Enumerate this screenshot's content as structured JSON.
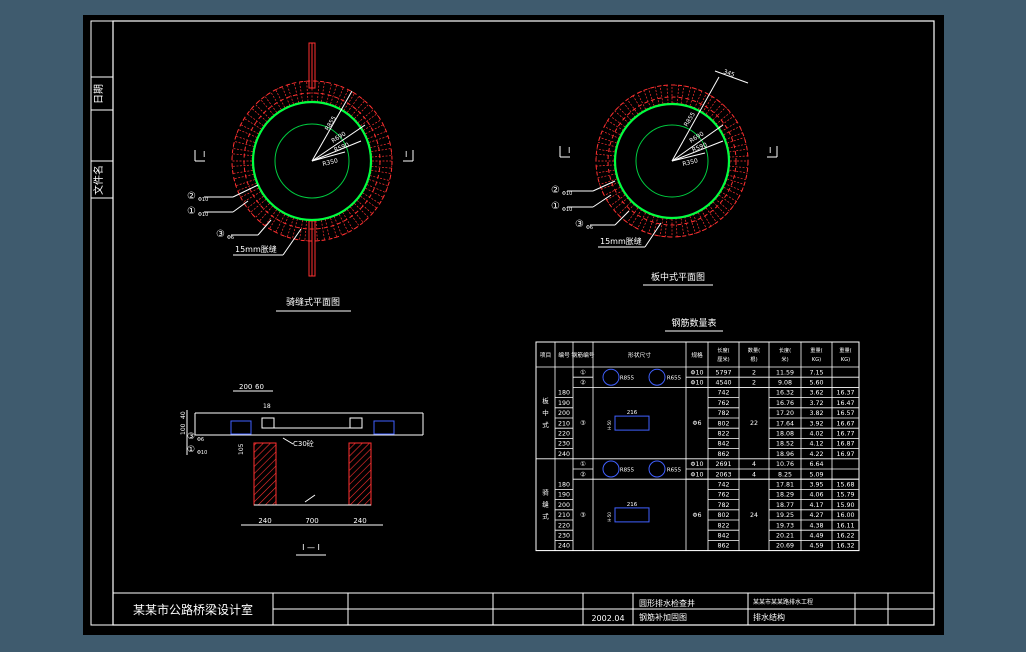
{
  "side_labels": [
    "日期",
    "文件名"
  ],
  "plan_left": {
    "title": "骑缝式平面图",
    "section_marks": [
      "I",
      "I"
    ],
    "radii": [
      "R855",
      "R690",
      "R590",
      "R350"
    ],
    "callouts": [
      {
        "num": "②",
        "sub": "Φ10"
      },
      {
        "num": "①",
        "sub": "Φ10"
      },
      {
        "num": "③",
        "sub": "Φ6"
      }
    ],
    "joint_label": "15mm胀缝"
  },
  "plan_right": {
    "title": "板中式平面图",
    "section_marks": [
      "I",
      "I"
    ],
    "radii": [
      "R855",
      "R690",
      "R590",
      "R350"
    ],
    "top_dim": "345",
    "callouts": [
      {
        "num": "②",
        "sub": "Φ10"
      },
      {
        "num": "①",
        "sub": "Φ10"
      },
      {
        "num": "③",
        "sub": "Φ6"
      }
    ],
    "joint_label": "15mm胀缝"
  },
  "section": {
    "title": "I — I",
    "dims_top": [
      "200",
      "60",
      "18"
    ],
    "dims_bottom": [
      "240",
      "700",
      "240"
    ],
    "side_dims": [
      "40",
      "100",
      "105"
    ],
    "concrete_label": "C30砼",
    "callouts": [
      {
        "num": "③",
        "sub": "Φ6"
      },
      {
        "num": "①",
        "sub": "Φ10"
      }
    ]
  },
  "rebar_table": {
    "title": "钢筋数量表",
    "headers": [
      "项目",
      "编号",
      "钢筋编号",
      "形状尺寸",
      "规格",
      "长度(厘米)",
      "数量(根)",
      "长度(米)",
      "重量(KG)",
      "重量(KG)"
    ],
    "groups": [
      {
        "name": "板中式",
        "rings": [
          {
            "mark": "①",
            "spec": "Φ10",
            "len": "5797",
            "count": "2",
            "total": "11.59",
            "weight": "7.15",
            "sum": ""
          },
          {
            "mark": "②",
            "spec": "Φ10",
            "len": "4540",
            "count": "2",
            "total": "9.08",
            "weight": "5.60",
            "sum": ""
          }
        ],
        "ring_labels": [
          "R855",
          "R655"
        ],
        "stirrup": {
          "mark": "③",
          "spec": "Φ6",
          "count": "22",
          "shape_dim": "216",
          "shape_side": "H-50"
        },
        "rows": [
          {
            "item": "180",
            "len": "742",
            "total": "16.32",
            "weight": "3.62",
            "sum": "16.37"
          },
          {
            "item": "190",
            "len": "762",
            "total": "16.76",
            "weight": "3.72",
            "sum": "16.47"
          },
          {
            "item": "200",
            "len": "782",
            "total": "17.20",
            "weight": "3.82",
            "sum": "16.57"
          },
          {
            "item": "210",
            "len": "802",
            "total": "17.64",
            "weight": "3.92",
            "sum": "16.67"
          },
          {
            "item": "220",
            "len": "822",
            "total": "18.08",
            "weight": "4.02",
            "sum": "16.77"
          },
          {
            "item": "230",
            "len": "842",
            "total": "18.52",
            "weight": "4.12",
            "sum": "16.87"
          },
          {
            "item": "240",
            "len": "862",
            "total": "18.96",
            "weight": "4.22",
            "sum": "16.97"
          }
        ]
      },
      {
        "name": "骑缝式",
        "rings": [
          {
            "mark": "①",
            "spec": "Φ10",
            "len": "2691",
            "count": "4",
            "total": "10.76",
            "weight": "6.64",
            "sum": ""
          },
          {
            "mark": "②",
            "spec": "Φ10",
            "len": "2063",
            "count": "4",
            "total": "8.25",
            "weight": "5.09",
            "sum": ""
          }
        ],
        "ring_labels": [
          "R855",
          "R655"
        ],
        "stirrup": {
          "mark": "③",
          "spec": "Φ6",
          "count": "24",
          "shape_dim": "216",
          "shape_side": "H-50"
        },
        "rows": [
          {
            "item": "180",
            "len": "742",
            "total": "17.81",
            "weight": "3.95",
            "sum": "15.68"
          },
          {
            "item": "190",
            "len": "762",
            "total": "18.29",
            "weight": "4.06",
            "sum": "15.79"
          },
          {
            "item": "200",
            "len": "782",
            "total": "18.77",
            "weight": "4.17",
            "sum": "15.90"
          },
          {
            "item": "210",
            "len": "802",
            "total": "19.25",
            "weight": "4.27",
            "sum": "16.00"
          },
          {
            "item": "220",
            "len": "822",
            "total": "19.73",
            "weight": "4.38",
            "sum": "16.11"
          },
          {
            "item": "230",
            "len": "842",
            "total": "20.21",
            "weight": "4.49",
            "sum": "16.22"
          },
          {
            "item": "240",
            "len": "862",
            "total": "20.69",
            "weight": "4.59",
            "sum": "16.32"
          }
        ]
      }
    ]
  },
  "title_block": {
    "company": "某某市公路桥梁设计室",
    "date": "2002.04",
    "drawing_title_1": "圆形排水检查井",
    "drawing_title_2": "钢筋补加固图",
    "project": "某某市某某路排水工程",
    "subject": "排水结构"
  }
}
